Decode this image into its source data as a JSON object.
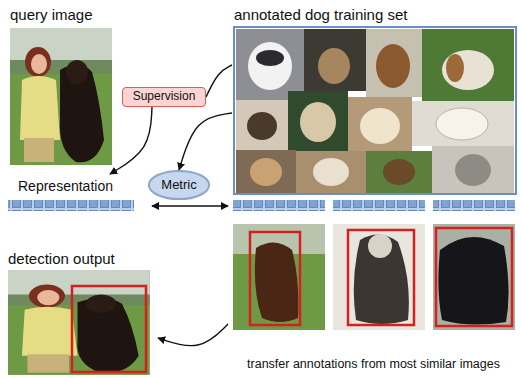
{
  "diagram": {
    "nodes": [
      {
        "text": [
          "query image"
        ]
      },
      {
        "text": [
          "annotated dog training set"
        ]
      },
      {
        "text": [
          "Supervision"
        ]
      },
      {
        "text": [
          "Metric"
        ]
      },
      {
        "text": [
          "Representation"
        ]
      },
      {
        "text": [
          "detection output"
        ]
      },
      {
        "text": [
          "transfer annotations from most similar images"
        ]
      }
    ],
    "edges": [
      {
        "from": 1,
        "to": 2,
        "arrow": "none"
      },
      {
        "from": 2,
        "to": 4,
        "arrow": "to"
      },
      {
        "from": 1,
        "to": 3,
        "arrow": "to"
      },
      {
        "from": 4,
        "to": 6,
        "arrow": "both"
      },
      {
        "from": 6,
        "to": 5,
        "arrow": "to"
      }
    ]
  }
}
